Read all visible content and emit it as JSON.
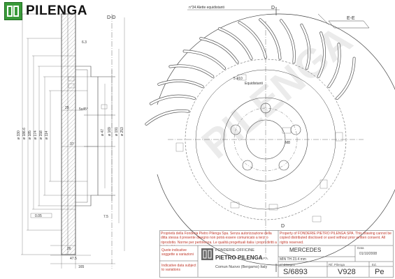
{
  "brand": {
    "name": "PILENGA",
    "colors": {
      "logo_green": "#3a9a3a",
      "line": "#444444",
      "watermark": "#c8c8c8",
      "note_red": "#c0392b"
    }
  },
  "section_label": "D-D",
  "view_labels": {
    "section_e": "E-E",
    "cut_d_top": "D",
    "cut_d_bottom": "D"
  },
  "annotations": {
    "slots_note": "n°34 Alette equidistanti",
    "equidistant": "Equidistanti",
    "hole_dim": "5 ø10",
    "thread": "M8"
  },
  "dimensions": {
    "left": [
      "ø 330",
      "ø 186.6",
      "ø 185",
      "ø 174",
      "ø 158",
      "ø 114"
    ],
    "middle": [
      "29",
      "5x45°",
      "37",
      "ø 47",
      "ø 169",
      "ø 191",
      "ø 253"
    ],
    "top": [
      "6.3"
    ],
    "bottom": [
      "0.05",
      "7.5",
      "26",
      "47.5",
      "165"
    ]
  },
  "title_block": {
    "owner_note_it": "Proprietà della Fonderia Pietro Pilenga Spa. Senza autorizzazione della ditta stessa il presente disegno non potrà essere comunicato a terzi o riprodotto. Norme per pertinenza. Le qualità progettuali italia i propri diritti a tutela di legge.",
    "owner_note_en": "Property of FONDERIE PIETRO PILENGA SPA. This drawing cannot be copied distributed disclosed or used without prior written consent. All rights reserved.",
    "foundry": "FONDERIE-OFFICINE",
    "company": "PIETRO PILENGA",
    "company_suffix": "S.P.A.",
    "location": "Comun Nuovo (Bergamo) Italy",
    "note_red_1": "Quote indicative soggette a variazioni",
    "note_red_2": "Indicative data subject to variations",
    "vehicle": "MERCEDES",
    "min_th": "MIN TH 23.4 mm",
    "data_label": "Data",
    "date": "01/10/2008",
    "drawing_label": "n° Disegno",
    "rif_label": "Rif. Pilenga",
    "ed_label": "Ed.",
    "drawing_no": "S/6893",
    "ref_no": "V928",
    "ed": "Pe"
  }
}
